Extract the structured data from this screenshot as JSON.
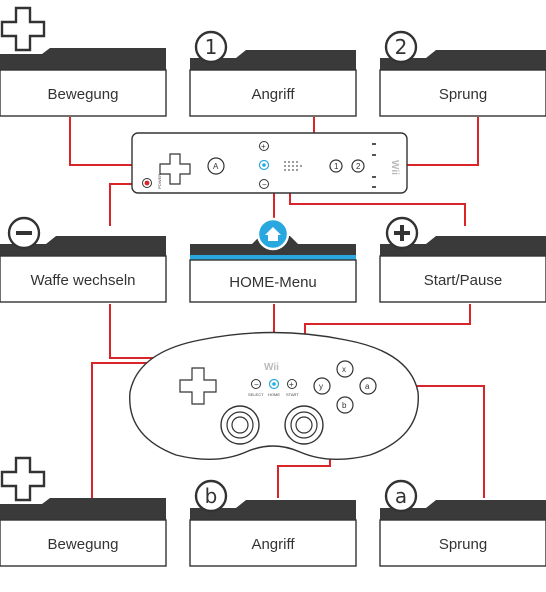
{
  "cards": {
    "top_left": {
      "label": "Bewegung"
    },
    "top_mid": {
      "badge": "1",
      "label": "Angriff"
    },
    "top_right": {
      "badge": "2",
      "label": "Sprung"
    },
    "mid_left": {
      "label": "Waffe wechseln"
    },
    "mid_mid": {
      "label": "HOME-Menu"
    },
    "mid_right": {
      "label": "Start/Pause"
    },
    "bot_left": {
      "label": "Bewegung"
    },
    "bot_mid": {
      "badge": "b",
      "label": "Angriff"
    },
    "bot_right": {
      "badge": "a",
      "label": "Sprung"
    }
  },
  "wiimote": {
    "power_text": "POWER",
    "btn_a": "A",
    "btn_1": "1",
    "btn_2": "2",
    "logo": "Wii"
  },
  "classic": {
    "logo": "Wii",
    "select": "SELECT",
    "home": "HOME",
    "start": "START",
    "btn_x": "x",
    "btn_y": "y",
    "btn_a": "a",
    "btn_b": "b"
  },
  "colors": {
    "line": "#d9252a",
    "card_bar": "#3a3a3a",
    "home_accent": "#29a8e0",
    "outline": "#333333"
  }
}
